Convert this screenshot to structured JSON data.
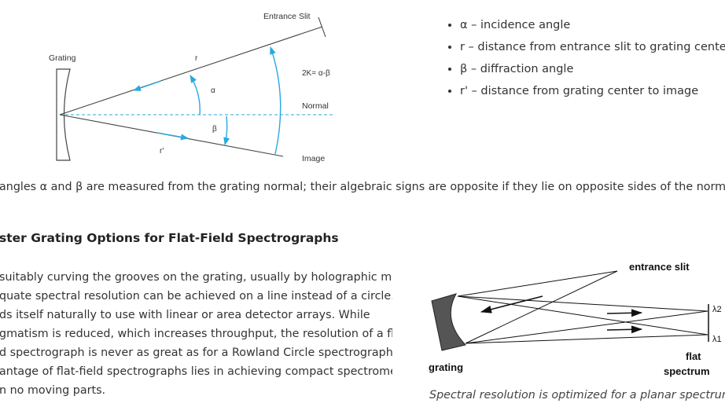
{
  "figure1": {
    "labels": {
      "entrance_slit": "Entrance Slit",
      "grating": "Grating",
      "r": "r",
      "alpha": "α",
      "beta": "β",
      "r_prime": "r'",
      "relation": "2K= α-β",
      "normal": "Normal",
      "image": "Image"
    },
    "colors": {
      "arrow": "#29a8e0",
      "line": "#444444",
      "normal_line": "#29a8e0"
    }
  },
  "legend": {
    "items": [
      "α – incidence angle",
      "r – distance from entrance slit to grating center",
      "β – diffraction angle",
      "r' – distance from grating center to image"
    ]
  },
  "angle_note": "angles α and β are measured from the grating normal; their algebraic signs are opposite if they lie on opposite sides of the normal.",
  "section": {
    "heading": "ster Grating Options for Flat-Field Spectrographs",
    "lines": [
      "suitably curving the grooves on the grating, usually by holographic means,",
      "quate spectral resolution can be achieved on a line instead of a circle. This",
      "ds itself naturally to use with linear or area detector arrays. While",
      "gmatism is reduced, which increases throughput, the resolution of a flat-",
      "d spectrograph is never as great as for a Rowland Circle spectrograph. The",
      "antage of flat-field spectrographs lies in achieving compact spectrometers",
      "n no moving parts."
    ]
  },
  "figure2": {
    "labels": {
      "entrance_slit": "entrance slit",
      "grating": "grating",
      "flat": "flat",
      "spectrum": "spectrum",
      "lambda2": "λ2",
      "lambda1": "λ1"
    },
    "caption": "Spectral resolution is optimized for a planar spectrum."
  }
}
